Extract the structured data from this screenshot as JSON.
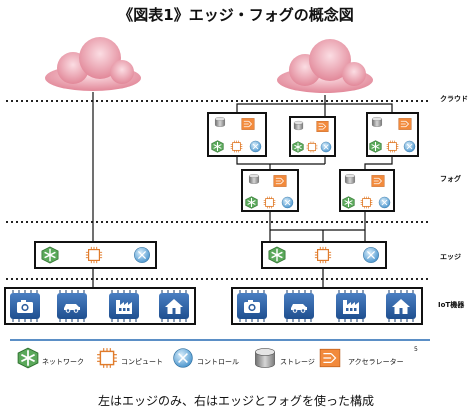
{
  "title": "《図表1》エッジ・フォグの概念図",
  "caption": "左はエッジのみ、右はエッジとフォグを使った構成",
  "layers": {
    "cloud": "クラウド",
    "fog": "フォグ",
    "edge": "エッジ",
    "iot": "IoT機器"
  },
  "legend": {
    "network": "ネットワーク",
    "compute": "コンピュート",
    "control": "コントロール",
    "storage": "ストレージ",
    "accelerator": "アクセラレーター"
  },
  "legend_mark": "5",
  "colors": {
    "cloud": "#e89aa8",
    "divider": "#222222",
    "legend_line": "#5b8fc6",
    "iot_box": "#2e5e9e",
    "iot_border": "#1a3c6e",
    "network": "#3f8f3f",
    "compute": "#e07b2a",
    "control": "#5aa6d6",
    "storage": "#9a9a9a",
    "accelerator": "#ef7d2e"
  }
}
